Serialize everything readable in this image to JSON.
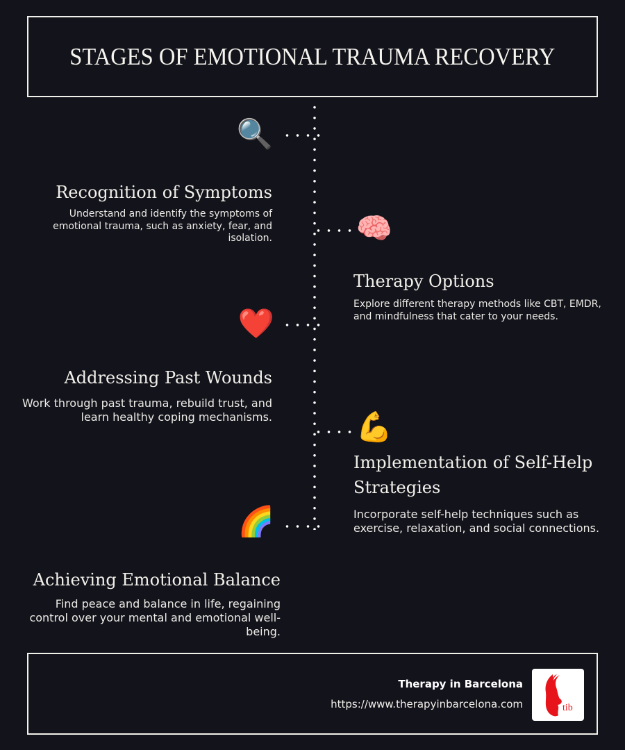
{
  "header": {
    "title": "STAGES OF EMOTIONAL TRAUMA RECOVERY"
  },
  "stages": [
    {
      "icon": "🔍",
      "icon_name": "magnifying-glass",
      "side": "left",
      "title": "Recognition of Symptoms",
      "description": "Understand and identify the symptoms of emotional trauma, such as anxiety, fear, and isolation."
    },
    {
      "icon": "🧠",
      "icon_name": "brain",
      "side": "right",
      "title": "Therapy Options",
      "description": "Explore different therapy methods like CBT, EMDR, and mindfulness that cater to your needs."
    },
    {
      "icon": "❤️",
      "icon_name": "red-heart",
      "side": "left",
      "title": "Addressing Past Wounds",
      "description": "Work through past trauma, rebuild trust, and learn healthy coping mechanisms."
    },
    {
      "icon": "💪",
      "icon_name": "flexed-biceps",
      "side": "right",
      "title": "Implementation of Self-Help Strategies",
      "description": "Incorporate self-help techniques such as exercise, relaxation, and social connections."
    },
    {
      "icon": "🌈",
      "icon_name": "rainbow",
      "side": "left",
      "title": "Achieving Emotional Balance",
      "description": "Find peace and balance in life, regaining control over your mental and emotional well-being."
    }
  ],
  "footer": {
    "organization": "Therapy in Barcelona",
    "url": "https://www.therapyinbarcelona.com",
    "logo_text": "tib",
    "logo_color": "#e8141b"
  },
  "colors": {
    "background": "#13131b",
    "text": "#f2f0ea",
    "border": "#f2f0ea"
  }
}
